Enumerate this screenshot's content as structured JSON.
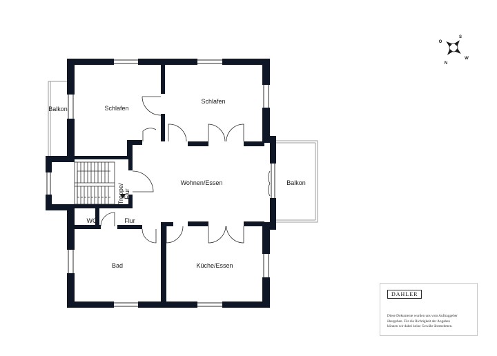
{
  "rooms": {
    "balkon_left": "Balkon",
    "schlafen_left": "Schlafen",
    "schlafen_right": "Schlafen",
    "wohnen_essen": "Wohnen/Essen",
    "balkon_right": "Balkon",
    "treppe_flur_1": "Treppe/",
    "treppe_flur_2": "Flur",
    "wc": "WC",
    "flur": "Flur",
    "bad": "Bad",
    "kueche_essen": "Küche/Essen"
  },
  "compass": {
    "n": "N",
    "o": "O",
    "s": "S",
    "w": "W"
  },
  "legend": {
    "brand": "DAHLER",
    "disclaimer_lines": [
      "Diese Dokumente wurden uns vom Auftraggeber",
      "übergeben. Für die Richtigkeit der Angaben",
      "können wir dabei keine Gewähr übernehmen."
    ]
  },
  "colors": {
    "wall": "#0f1626",
    "line": "#2b2b2b",
    "thin": "#9a9a9a"
  }
}
